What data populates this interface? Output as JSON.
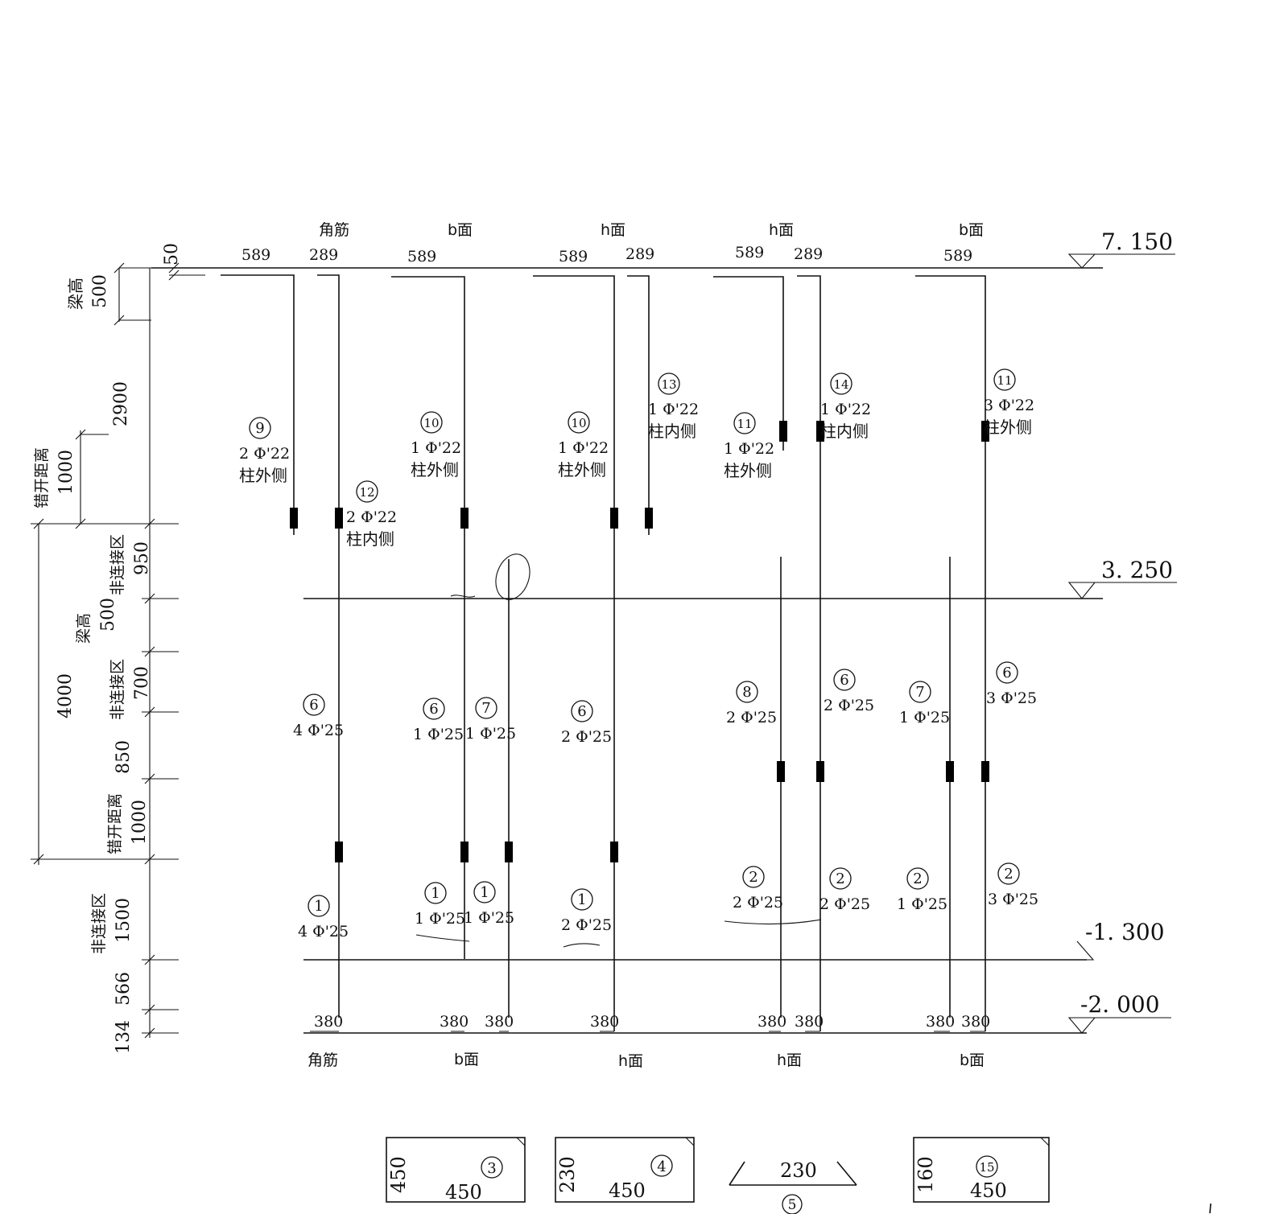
{
  "elevations": {
    "top": "7. 150",
    "mid": "3. 250",
    "low": "-1. 300",
    "bottom": "-2. 000"
  },
  "top_face_labels": [
    "角筋",
    "b面",
    "h面",
    "h面",
    "b面"
  ],
  "bottom_face_labels": [
    "角筋",
    "b面",
    "h面",
    "h面",
    "b面"
  ],
  "top_lengths": [
    "589",
    "289",
    "589",
    "589",
    "289",
    "589",
    "289",
    "589"
  ],
  "bottom_lengths": [
    "380",
    "380",
    "380",
    "380",
    "380",
    "380",
    "380",
    "380"
  ],
  "dimensions": {
    "d50": "50",
    "d500_top": "500",
    "label_beam_top": "梁高",
    "d2900": "2900",
    "d1000_top": "1000",
    "label_stagger_top": "错开距离",
    "d950": "950",
    "label_noconn_1": "非连接区",
    "d500_mid": "500",
    "label_beam_mid": "梁高",
    "d700": "700",
    "label_noconn_2": "非连接区",
    "d850": "850",
    "d1000_low": "1000",
    "label_stagger_low": "错开距离",
    "d1500": "1500",
    "label_noconn_3": "非连接区",
    "d566": "566",
    "d134": "134",
    "d4000": "4000"
  },
  "bar_marks": {
    "m9": {
      "num": "9",
      "qty": "2 Φ'22",
      "note": "柱外侧"
    },
    "m12": {
      "num": "12",
      "qty": "2 Φ'22",
      "note": "柱内侧"
    },
    "m10a": {
      "num": "10",
      "qty": "1 Φ'22",
      "note": "柱外侧"
    },
    "m10b": {
      "num": "10",
      "qty": "1 Φ'22",
      "note": "柱外侧"
    },
    "m13": {
      "num": "13",
      "qty": "1 Φ'22",
      "note": "柱内侧"
    },
    "m11a": {
      "num": "11",
      "qty": "1 Φ'22",
      "note": "柱外侧"
    },
    "m14": {
      "num": "14",
      "qty": "1 Φ'22",
      "note": "柱内侧"
    },
    "m11b": {
      "num": "11",
      "qty": "3 Φ'22",
      "note": "柱外侧"
    },
    "m6a": {
      "num": "6",
      "qty": "4 Φ'25"
    },
    "m6b": {
      "num": "6",
      "qty": "1 Φ'25"
    },
    "m7a": {
      "num": "7",
      "qty": "1 Φ'25"
    },
    "m6c": {
      "num": "6",
      "qty": "2 Φ'25"
    },
    "m8": {
      "num": "8",
      "qty": "2 Φ'25"
    },
    "m6d": {
      "num": "6",
      "qty": "2 Φ'25"
    },
    "m7b": {
      "num": "7",
      "qty": "1 Φ'25"
    },
    "m6e": {
      "num": "6",
      "qty": "3 Φ'25"
    },
    "m1a": {
      "num": "1",
      "qty": "4 Φ'25"
    },
    "m1b": {
      "num": "1",
      "qty": "1 Φ'25"
    },
    "m1c": {
      "num": "1",
      "qty": "1 Φ'25"
    },
    "m1d": {
      "num": "1",
      "qty": "2 Φ'25"
    },
    "m2a": {
      "num": "2",
      "qty": "2 Φ'25"
    },
    "m2b": {
      "num": "2",
      "qty": "2 Φ'25"
    },
    "m2c": {
      "num": "2",
      "qty": "1 Φ'25"
    },
    "m2d": {
      "num": "2",
      "qty": "3 Φ'25"
    }
  },
  "stirrups": {
    "s3": {
      "num": "3",
      "h": "450",
      "w": "450"
    },
    "s4": {
      "num": "4",
      "h": "230",
      "w": "450"
    },
    "s5": {
      "num": "5",
      "w": "230"
    },
    "s15": {
      "num": "15",
      "h": "160",
      "w": "450"
    }
  }
}
